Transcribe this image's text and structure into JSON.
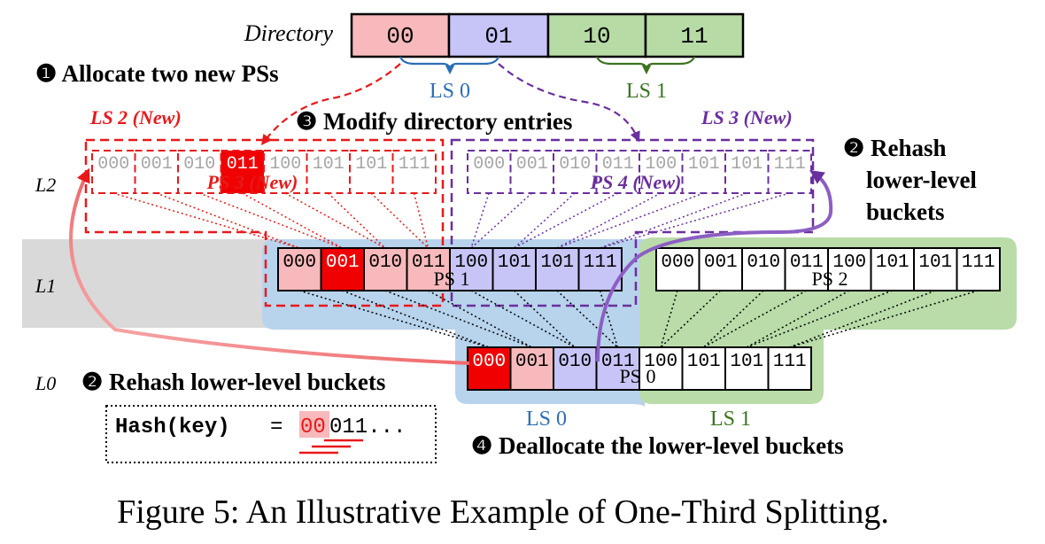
{
  "colors": {
    "red": "#e8191a",
    "red_fill": "#f7b9bb",
    "red_solid": "#f00000",
    "blue_text": "#2c6db3",
    "blue_fill": "#c7c5f8",
    "blue_bg": "#b8d3ec",
    "green_text": "#3b7321",
    "green_fill": "#b7dba5",
    "green_bg": "#b9dca9",
    "purple": "#6a2f9e",
    "gray_bg": "#d9d9d9",
    "gray_text": "#a6a6a6",
    "black": "#000000"
  },
  "directory": {
    "label": "Directory",
    "entries": [
      "00",
      "01",
      "10",
      "11"
    ],
    "ls0_label": "LS 0",
    "ls1_label": "LS 1"
  },
  "steps": {
    "step1": "❶ Allocate two new PSs",
    "step2_right_line1": "❷ Rehash",
    "step2_right_line2": "lower-level",
    "step2_right_line3": "buckets",
    "step2_left": "❷ Rehash lower-level buckets",
    "step3": "❸ Modify directory entries",
    "step4": "❹ Deallocate the lower-level buckets"
  },
  "levels": {
    "l2": "L2",
    "l1": "L1",
    "l0": "L0"
  },
  "l2": {
    "ls2_label": "LS 2 (New)",
    "ls3_label": "LS 3 (New)",
    "ps3_label": "PS 3 (New)",
    "ps4_label": "PS 4 (New)",
    "ps3_buckets": [
      "000",
      "001",
      "010",
      "011",
      "100",
      "101",
      "101",
      "111"
    ],
    "ps4_buckets": [
      "000",
      "001",
      "010",
      "011",
      "100",
      "101",
      "101",
      "111"
    ]
  },
  "l1": {
    "ps1_label": "PS 1",
    "ps2_label": "PS 2",
    "ps1_buckets": [
      "000",
      "001",
      "010",
      "011",
      "100",
      "101",
      "101",
      "111"
    ],
    "ps2_buckets": [
      "000",
      "001",
      "010",
      "011",
      "100",
      "101",
      "101",
      "111"
    ]
  },
  "l0": {
    "ps0_label": "PS 0",
    "ps0_buckets": [
      "000",
      "001",
      "010",
      "011",
      "100",
      "101",
      "101",
      "111"
    ],
    "ls0_label": "LS 0",
    "ls1_label": "LS 1"
  },
  "hash": {
    "func": "Hash(key)",
    "equals": "=",
    "prefix": "00",
    "rest": "011...",
    "full": "00011..."
  },
  "caption": "Figure 5: An Illustrative Example of One-Third Splitting."
}
